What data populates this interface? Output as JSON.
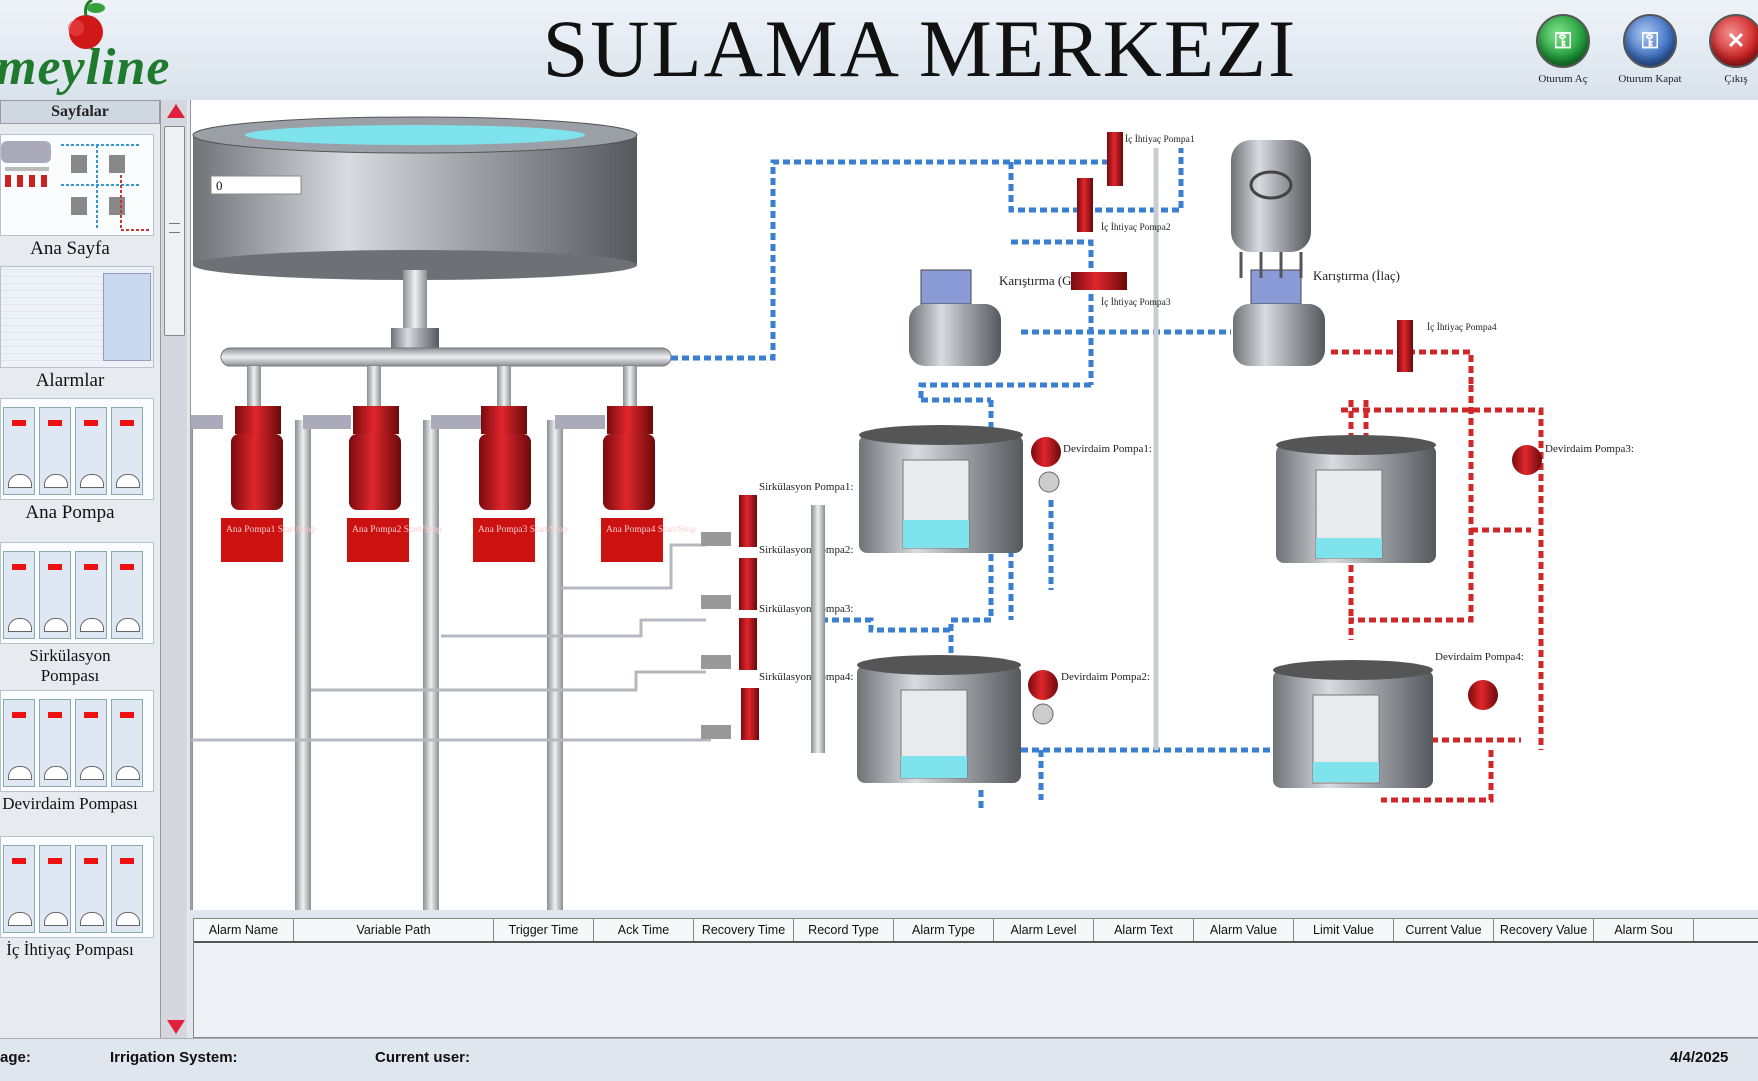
{
  "header": {
    "logo_text": "meyline",
    "title": "SULAMA MERKEZI",
    "buttons": [
      {
        "label": "Oturum Aç",
        "icon": "key-icon",
        "color": "#1e9e3a"
      },
      {
        "label": "Oturum Kapat",
        "icon": "key-icon",
        "color": "#3b6fc2"
      },
      {
        "label": "Çıkış",
        "icon": "close-icon",
        "color": "#d22323"
      }
    ]
  },
  "sidebar": {
    "title": "Sayfalar",
    "pages": [
      {
        "label": "Ana Sayfa"
      },
      {
        "label": "Alarmlar"
      },
      {
        "label": "Ana Pompa"
      },
      {
        "label": "Sirkülasyon Pompası"
      },
      {
        "label": "Devirdaim Pompası"
      },
      {
        "label": "İç İhtiyaç Pompası"
      }
    ]
  },
  "diagram": {
    "tank_value": "0",
    "main_pumps": [
      {
        "label": "Ana Pompa1 Start/Stop"
      },
      {
        "label": "Ana Pompa2 Start/Stop"
      },
      {
        "label": "Ana Pompa3 Start/Stop"
      },
      {
        "label": "Ana Pompa4 Start/Stop"
      }
    ],
    "circulation_pumps": [
      "Sirkülasyon Pompa1:",
      "Sirkülasyon Pompa2:",
      "Sirkülasyon Pompa3:",
      "Sirkülasyon Pompa4:"
    ],
    "recirc_pumps": [
      "Devirdaim Pompa1:",
      "Devirdaim Pompa2:",
      "Devirdaim Pompa3:",
      "Devirdaim Pompa4:"
    ],
    "internal_pumps": [
      "İç İhtiyaç Pompa1",
      "İç İhtiyaç Pompa2",
      "İç İhtiyaç Pompa3",
      "İç İhtiyaç Pompa4"
    ],
    "mixers": [
      "Karıştırma (Gübre)",
      "Karıştırma (İlaç)"
    ],
    "colors": {
      "water_line": "#3a7fd0",
      "chem_line": "#d02828",
      "pump": "#c4161c",
      "tank_liquid": "#7fe3ee"
    }
  },
  "alarm_table": {
    "columns": [
      "Alarm Name",
      "Variable Path",
      "Trigger Time",
      "Ack Time",
      "Recovery Time",
      "Record Type",
      "Alarm Type",
      "Alarm Level",
      "Alarm Text",
      "Alarm Value",
      "Limit Value",
      "Current Value",
      "Recovery Value",
      "Alarm Sou"
    ]
  },
  "status_bar": {
    "page_label": "age:",
    "system_label": "Irrigation System:",
    "user_label": "Current user:",
    "date": "4/4/2025"
  }
}
